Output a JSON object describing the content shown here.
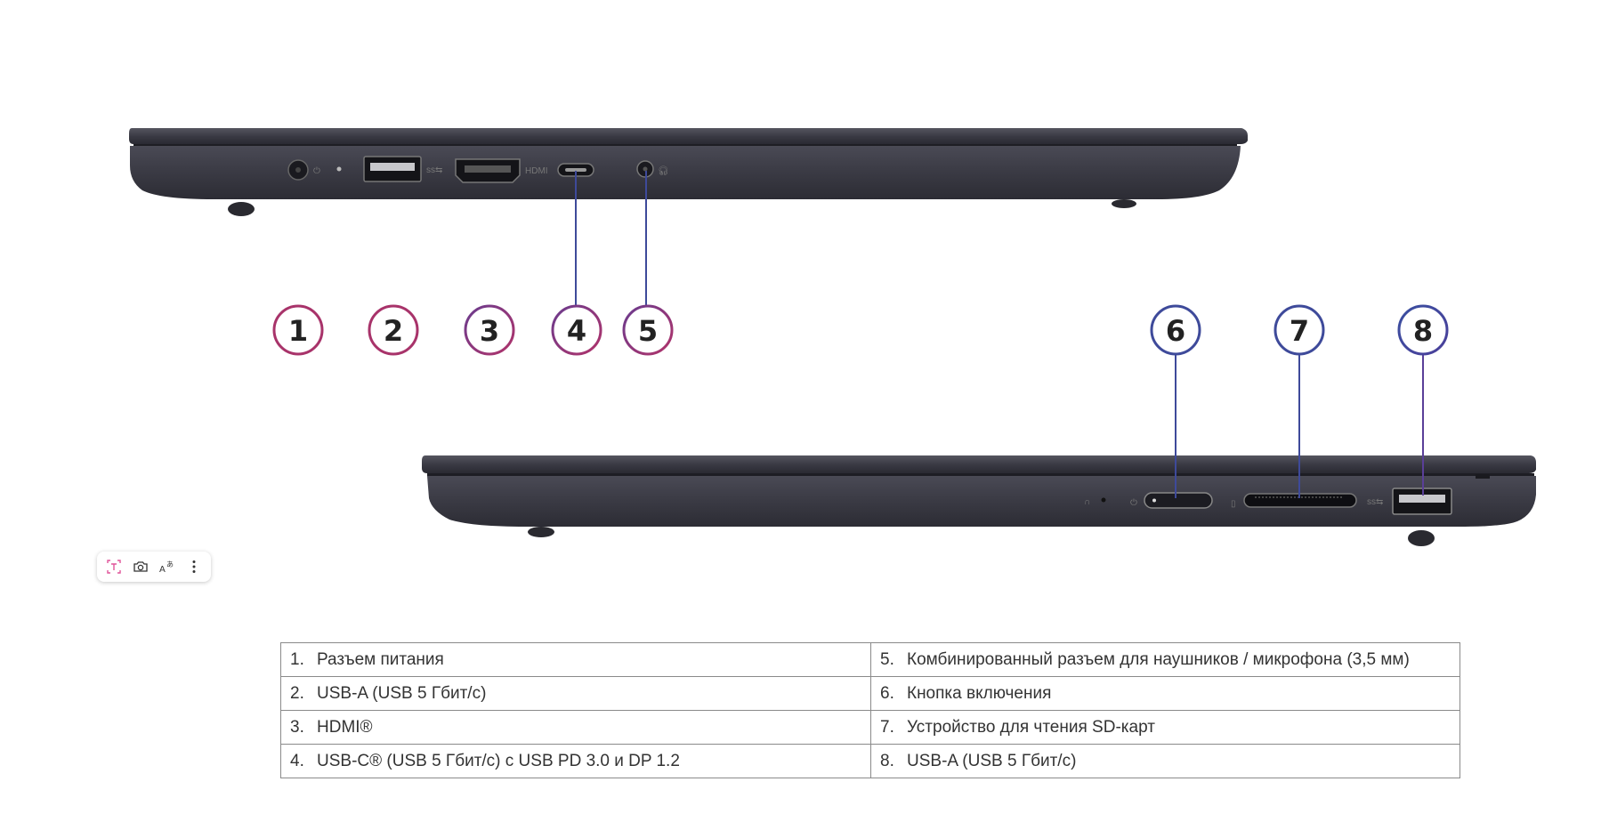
{
  "callouts": {
    "left_side": [
      "1",
      "2",
      "3",
      "4",
      "5"
    ],
    "right_side": [
      "6",
      "7",
      "8"
    ]
  },
  "port_printed_labels": {
    "hdmi": "HDMI"
  },
  "colors": {
    "callout_magenta": "#a8336a",
    "callout_blue": "#3e4a9a",
    "laptop_body": "#3a3a45"
  },
  "toolbar": {
    "icons": [
      "text-select-icon",
      "camera-icon",
      "translate-icon",
      "more-icon"
    ]
  },
  "table": {
    "rows": [
      {
        "left": {
          "num": "1.",
          "text": "Разъем питания"
        },
        "right": {
          "num": "5.",
          "text": "Комбинированный разъем для наушников / микрофона (3,5 мм)"
        }
      },
      {
        "left": {
          "num": "2.",
          "text": "USB-A (USB 5 Гбит/с)"
        },
        "right": {
          "num": "6.",
          "text": "Кнопка включения"
        }
      },
      {
        "left": {
          "num": "3.",
          "text": "HDMI®"
        },
        "right": {
          "num": "7.",
          "text": "Устройство для чтения SD-карт"
        }
      },
      {
        "left": {
          "num": "4.",
          "text": "USB-C® (USB 5 Гбит/с) с USB PD 3.0 и DP 1.2"
        },
        "right": {
          "num": "8.",
          "text": "USB-A (USB 5 Гбит/с)"
        }
      }
    ]
  }
}
